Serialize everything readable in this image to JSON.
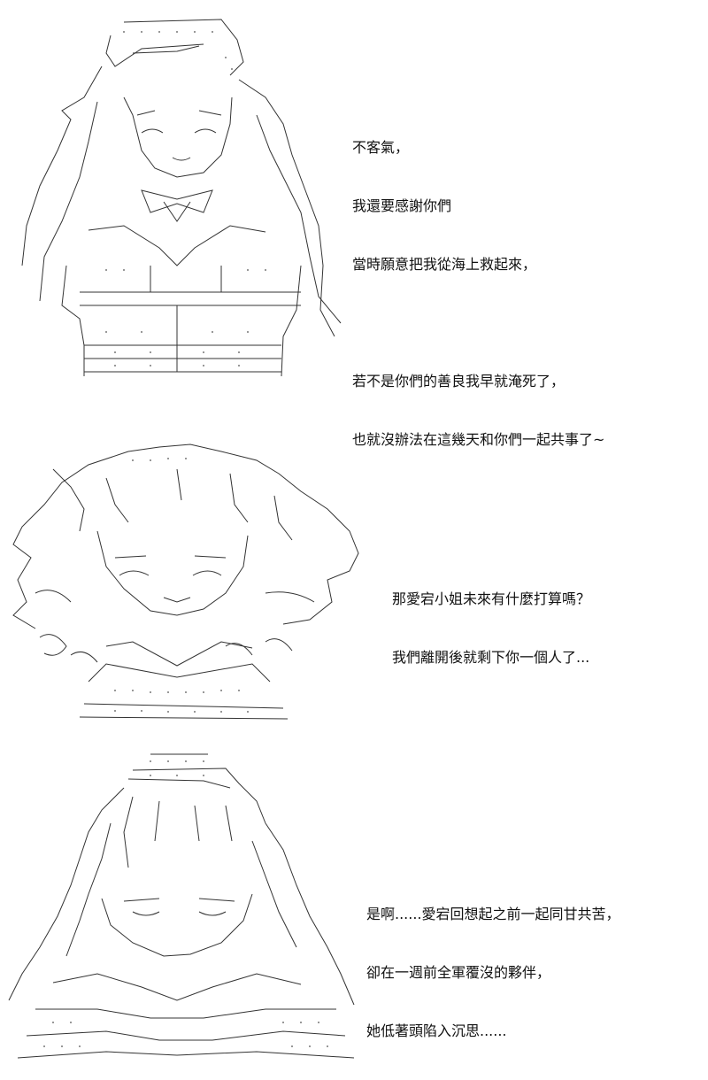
{
  "panels": [
    {
      "id": "panel-1",
      "character_art": "ascii-art-character-smiling",
      "lines": [
        "不客氣，",
        "我還要感謝你們",
        "當時願意把我從海上救起來，",
        "",
        "若不是你們的善良我早就淹死了，",
        "也就沒辦法在這幾天和你們一起共事了~"
      ]
    },
    {
      "id": "panel-2",
      "character_art": "ascii-art-character-curly-hair",
      "lines": [
        "那愛宕小姐未來有什麼打算嗎？",
        "我們離開後就剩下你一個人了..."
      ]
    },
    {
      "id": "panel-3",
      "character_art": "ascii-art-character-downcast",
      "lines": [
        "是啊......愛宕回想起之前一起同甘共苦，",
        "卻在一週前全軍覆沒的夥伴，",
        "她低著頭陷入沉思......"
      ]
    }
  ],
  "colors": {
    "background": "#ffffff",
    "text": "#111111",
    "art_stroke": "#333333"
  }
}
